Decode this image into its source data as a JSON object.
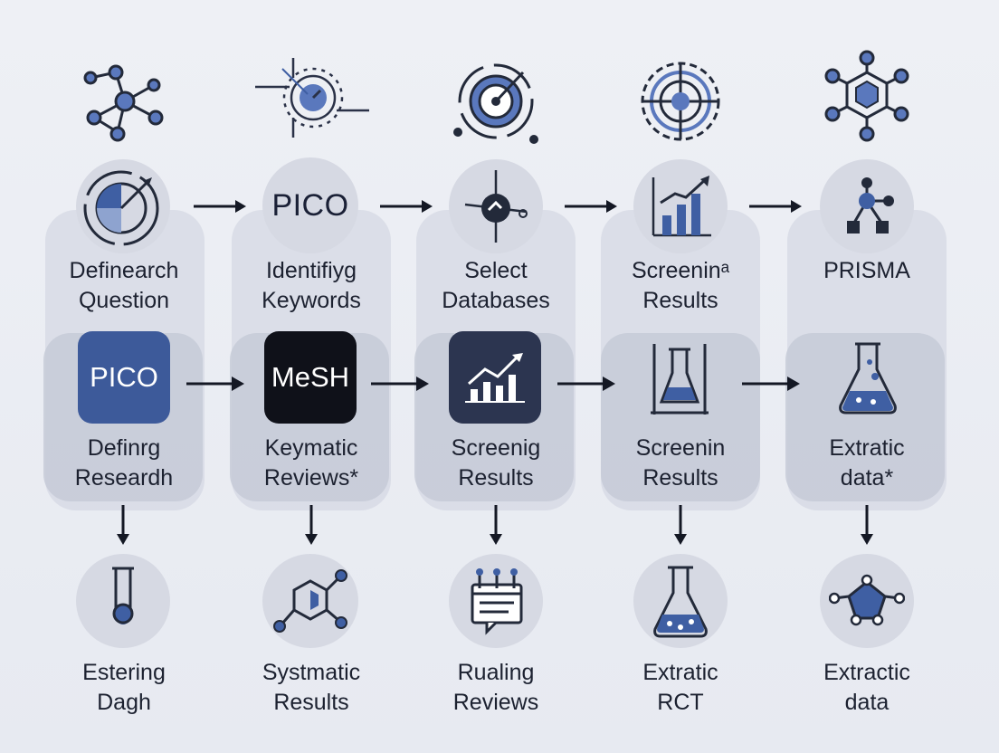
{
  "top_row": {
    "items": [
      {
        "label_l1": "Definearch",
        "label_l2": "Question"
      },
      {
        "badge": "PICO",
        "label_l1": "Identifiyg",
        "label_l2": "Keywords"
      },
      {
        "label_l1": "Select",
        "label_l2": "Databases"
      },
      {
        "label_l1": "Screeninᵃ",
        "label_l2": "Results"
      },
      {
        "label_l1": "PRISMA",
        "label_l2": ""
      }
    ]
  },
  "middle_row": {
    "items": [
      {
        "badge": "PICO",
        "label_l1": "Definrg",
        "label_l2": "Researdh"
      },
      {
        "badge": "MeSH",
        "label_l1": "Keymatic",
        "label_l2": "Reviews*"
      },
      {
        "label_l1": "Screenig",
        "label_l2": "Results"
      },
      {
        "label_l1": "Screenin",
        "label_l2": "Results"
      },
      {
        "label_l1": "Extratic",
        "label_l2": "data*"
      }
    ]
  },
  "bottom_row": {
    "items": [
      {
        "label_l1": "Estering",
        "label_l2": "Dagh"
      },
      {
        "label_l1": "Systmatic",
        "label_l2": "Results"
      },
      {
        "label_l1": "Rualing",
        "label_l2": "Reviews"
      },
      {
        "label_l1": "Extratic",
        "label_l2": "RCT"
      },
      {
        "label_l1": "Extractic",
        "label_l2": "data"
      }
    ]
  },
  "colors": {
    "accent_blue": "#3f5fa3",
    "navy": "#2d3a57",
    "black_card": "#0e1018",
    "slate_card": "#2c3550",
    "circle": "#d6d9e3"
  }
}
